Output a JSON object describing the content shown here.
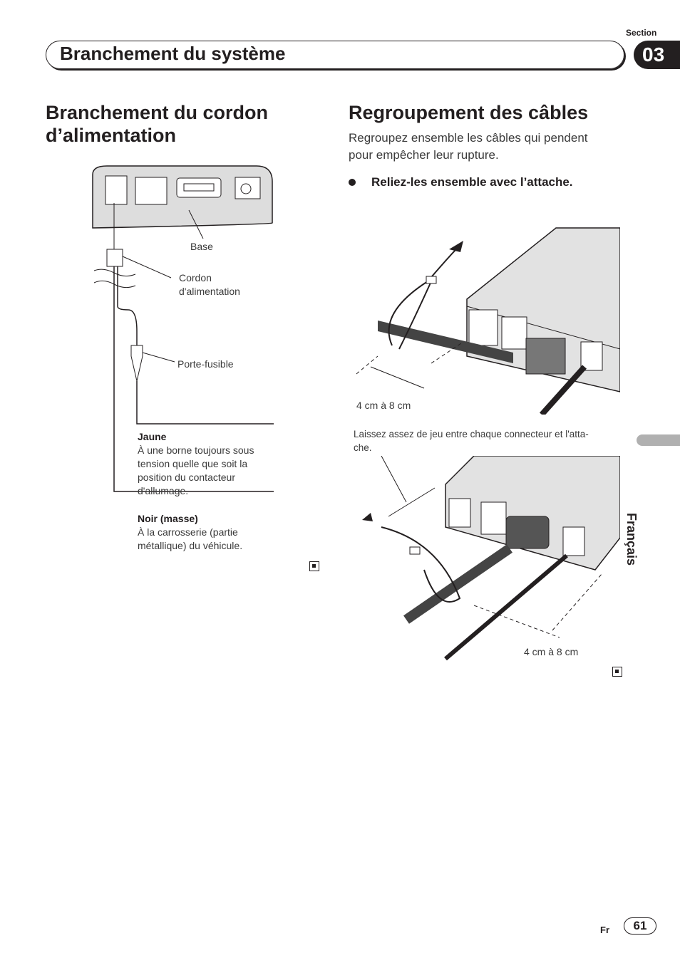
{
  "header": {
    "section_label": "Section",
    "section_number": "03",
    "title": "Branchement du système"
  },
  "left": {
    "title_line1": "Branchement du cordon",
    "title_line2": "d’alimentation",
    "labels": {
      "base": "Base",
      "cordon1": "Cordon",
      "cordon2": "d'alimentation",
      "fuse": "Porte-fusible"
    },
    "jaune": {
      "title": "Jaune",
      "lines": [
        "À une borne toujours sous",
        "tension quelle que soit la",
        "position du contacteur",
        "d'allumage."
      ]
    },
    "noir": {
      "title": "Noir (masse)",
      "lines": [
        "À la carrosserie (partie",
        "métallique) du véhicule."
      ]
    }
  },
  "right": {
    "title": "Regroupement des câbles",
    "intro": [
      "Regroupez ensemble les câbles qui pendent",
      "pour empêcher leur rupture."
    ],
    "bullet": "Reliez-les ensemble avec l’attache.",
    "dist1": "4 cm à 8 cm",
    "note": [
      "Laissez assez de jeu entre chaque connecteur et l'atta-",
      "che."
    ],
    "dist2": "4 cm à 8 cm"
  },
  "side_tab": "Français",
  "footer": {
    "lang": "Fr",
    "page": "61"
  }
}
